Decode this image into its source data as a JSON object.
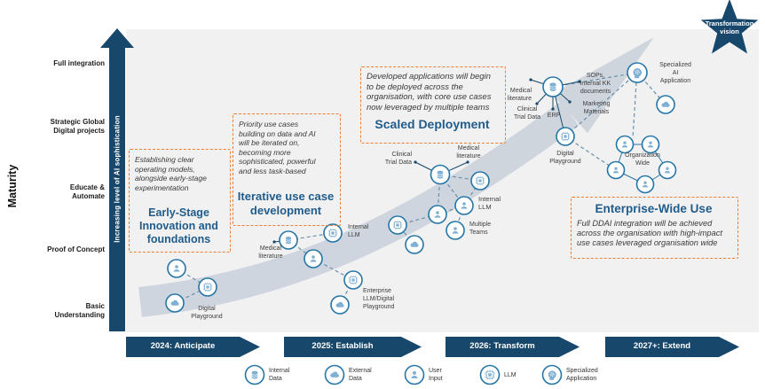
{
  "y_axis": {
    "title": "Maturity",
    "arrow_label": "Increasing level of AI sophistication",
    "levels": [
      "Full integration",
      "Strategic Global\nDigital projects",
      "Educate &\nAutomate",
      "Proof of Concept",
      "Basic\nUnderstanding"
    ]
  },
  "star": {
    "label": "Transformation\nvision"
  },
  "stages": [
    {
      "heading": "Early-Stage\nInnovation and\nfoundations",
      "description": "Establishing clear\noperating models,\nalongside early-stage\nexperimentation"
    },
    {
      "heading": "Iterative use case\ndevelopment",
      "description": "Priority use cases\nbuilding on data and AI\nwill be iterated on,\nbecoming more\nsophisticated, powerful\nand less task-based"
    },
    {
      "heading": "Scaled Deployment",
      "description": "Developed applications will begin\nto be deployed across the\norganisation, with core use cases\nnow leveraged by multiple teams"
    },
    {
      "heading": "Enterprise-Wide Use",
      "description": "Full DDAI integration will be achieved\nacross the organisation with high-impact\nuse cases leveraged organisation wide"
    }
  ],
  "timeline": [
    {
      "label": "2024: Anticipate"
    },
    {
      "label": "2025: Establish"
    },
    {
      "label": "2026: Transform"
    },
    {
      "label": "2027+: Extend"
    }
  ],
  "node_labels": {
    "digital_playground_2024": "Digital\nPlayground",
    "medical_literature_2025": "Medical\nliterature",
    "internal_llm_2025": "Internal\nLLM",
    "enterprise_llm": "Enterprise\nLLM/Digital\nPlayground",
    "clinical_trial_data_2026": "Clinical\nTrial Data",
    "medical_literature_2026": "Medical\nliterature",
    "internal_llm_2026": "Internal\nLLM",
    "multiple_teams": "Multiple\nTeams",
    "medical_literature_hub": "Medical\nliterature",
    "clinical_trial_data_hub": "Clinical\nTrial Data",
    "erp": "ERP",
    "sops": "SOPs,\ninternal KK\ndocuments",
    "marketing_materials": "Marketing\nMaterials",
    "digital_playground_2026": "Digital\nPlayground",
    "specialized_ai_application": "Specialized\nAI\nApplication",
    "organization_wide": "Organization\nWide"
  },
  "legend": [
    {
      "icon": "database-icon",
      "label": "Internal\nData"
    },
    {
      "icon": "cloud-icon",
      "label": "External\nData"
    },
    {
      "icon": "user-icon",
      "label": "User\nInput"
    },
    {
      "icon": "chip-icon",
      "label": "LLM"
    },
    {
      "icon": "head-gear-icon",
      "label": "Specialized\nApplication"
    }
  ],
  "colors": {
    "navy": "#17476B",
    "heading_blue": "#1F5C8B",
    "orange_dash": "#ED7D31",
    "icon_blue": "#7FB0D3",
    "circle_border": "#2576A7",
    "swoosh_gray": "#CBD2DB"
  }
}
